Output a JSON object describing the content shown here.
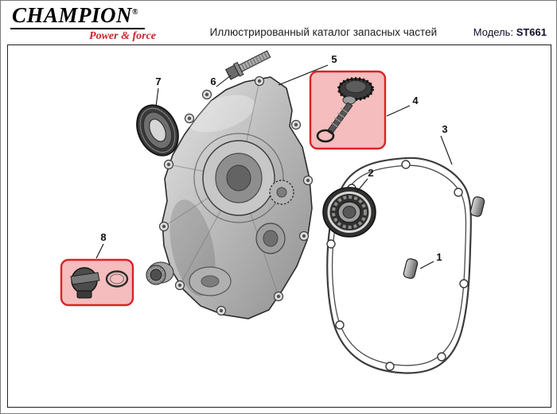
{
  "header": {
    "brand": "CHAMPION",
    "registered_mark": "®",
    "slogan": "Power & force",
    "title": "Иллюстрированный каталог запасных частей",
    "model_label": "Модель:",
    "model_value": "ST661"
  },
  "colors": {
    "slogan_red": "#cc2027",
    "highlight_box_fill": "#f5bdbd",
    "highlight_box_border": "#d8232a",
    "outline": "#1a1a1a"
  },
  "parts": [
    {
      "number": "1",
      "icon": "dowel-pin-icon"
    },
    {
      "number": "2",
      "icon": "ball-bearing-icon"
    },
    {
      "number": "3",
      "icon": "crankcase-gasket-icon"
    },
    {
      "number": "4",
      "icon": "oil-dipstick-icon"
    },
    {
      "number": "5",
      "icon": "crankcase-cover-icon"
    },
    {
      "number": "6",
      "icon": "flange-bolt-icon"
    },
    {
      "number": "7",
      "icon": "oil-seal-icon"
    },
    {
      "number": "8",
      "icon": "oil-drain-plug-icon"
    }
  ]
}
